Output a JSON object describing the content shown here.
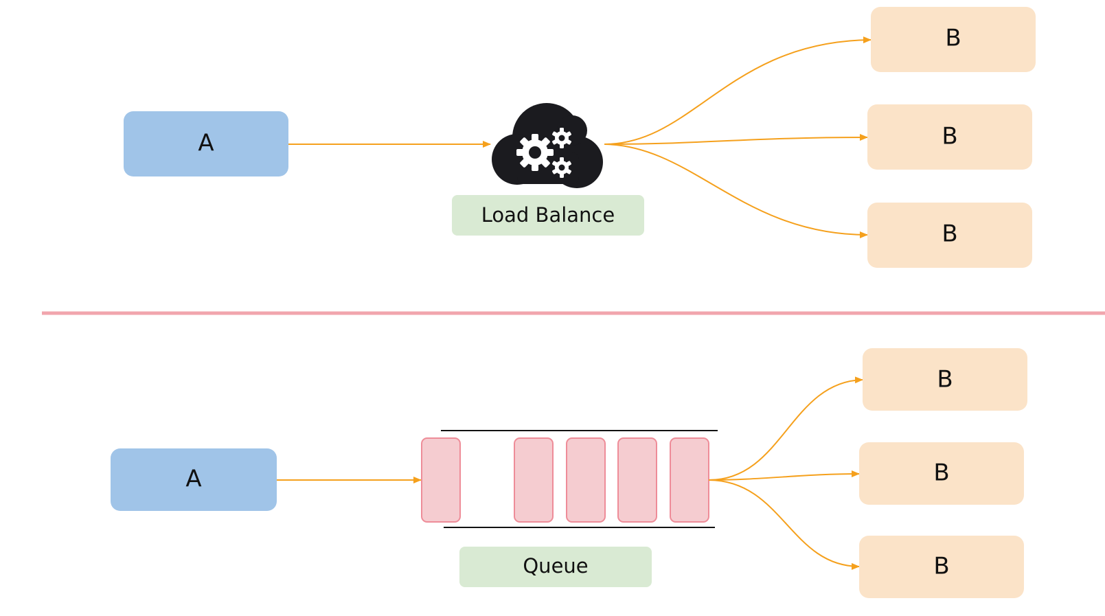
{
  "colors": {
    "node_a": "#a0c4e8",
    "node_b": "#fbe3c8",
    "label_bg": "#d9ead3",
    "arrow": "#f5a01c",
    "divider": "#f1a5ad",
    "queue_slot_fill": "#f5ccd0",
    "queue_slot_stroke": "#ee8c98",
    "cloud": "#1b1b1f"
  },
  "top": {
    "source": "A",
    "balancer_icon": "cloud-gears-icon",
    "balancer_label": "Load Balance",
    "targets": [
      "B",
      "B",
      "B"
    ]
  },
  "bottom": {
    "source": "A",
    "queue_label": "Queue",
    "targets": [
      "B",
      "B",
      "B"
    ]
  }
}
